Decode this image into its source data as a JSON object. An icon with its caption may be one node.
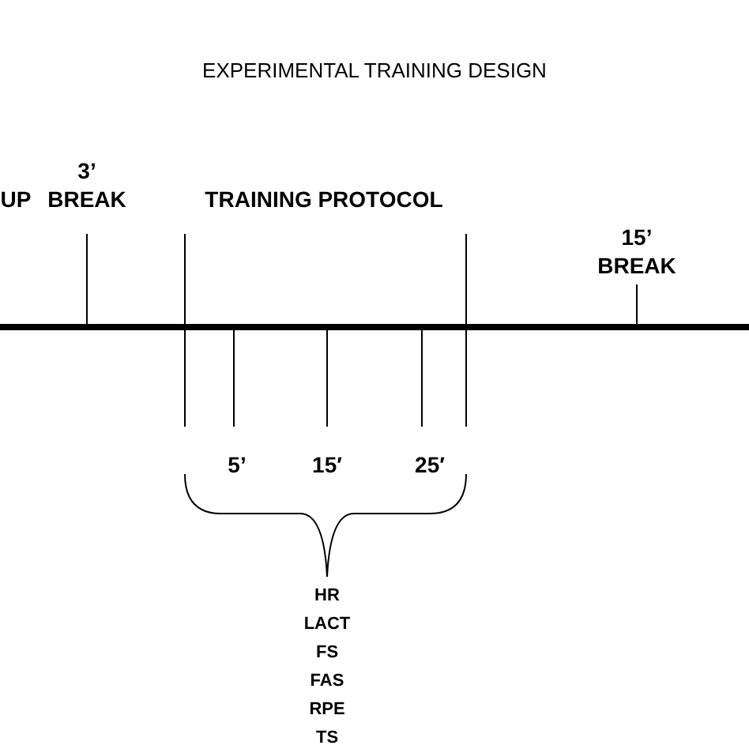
{
  "diagram": {
    "title": "EXPERIMENTAL TRAINING DESIGN",
    "labels": [
      "UP",
      "3’ BREAK",
      "TRAINING PROTOCOL",
      "15’ BREAK",
      "5’",
      "15′",
      "25′",
      "HR",
      "LACT",
      "FS",
      "FAS",
      "RPE",
      "TS"
    ]
  }
}
